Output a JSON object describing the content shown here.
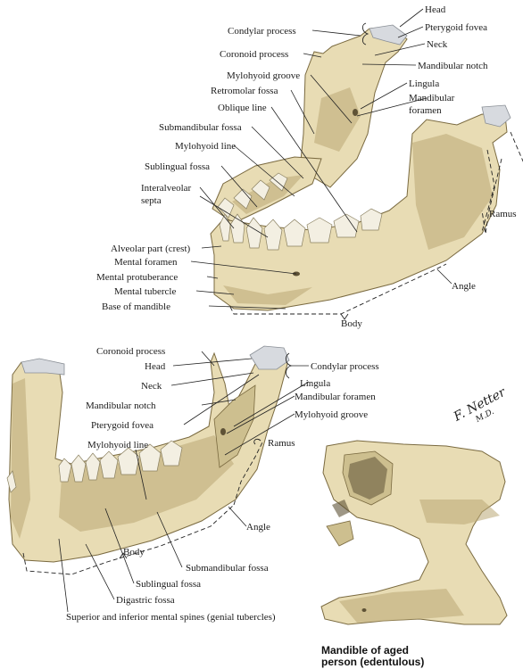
{
  "top_view": {
    "labels": {
      "head": "Head",
      "condylar_process": "Condylar process",
      "pterygoid_fovea": "Pterygoid fovea",
      "coronoid_process": "Coronoid process",
      "neck": "Neck",
      "mylohyoid_groove": "Mylohyoid groove",
      "mandibular_notch": "Mandibular notch",
      "retromolar_fossa": "Retromolar fossa",
      "lingula": "Lingula",
      "oblique_line": "Oblique line",
      "mandibular_foramen_1": "Mandibular",
      "mandibular_foramen_2": "foramen",
      "submandibular_fossa": "Submandibular fossa",
      "mylohyoid_line": "Mylohyoid line",
      "sublingual_fossa": "Sublingual fossa",
      "interalveolar_septa_1": "Interalveolar",
      "interalveolar_septa_2": "septa",
      "ramus": "Ramus",
      "alveolar_part": "Alveolar part (crest)",
      "mental_foramen": "Mental foramen",
      "mental_protuberance": "Mental protuberance",
      "mental_tubercle": "Mental tubercle",
      "base_of_mandible": "Base of mandible",
      "angle": "Angle",
      "body": "Body"
    }
  },
  "bottom_view": {
    "labels": {
      "coronoid_process": "Coronoid process",
      "head": "Head",
      "condylar_process": "Condylar process",
      "neck": "Neck",
      "lingula": "Lingula",
      "mandibular_notch": "Mandibular notch",
      "mandibular_foramen": "Mandibular foramen",
      "pterygoid_fovea": "Pterygoid fovea",
      "mylohyoid_groove": "Mylohyoid groove",
      "ramus": "Ramus",
      "mylohyoid_line": "Mylohyoid line",
      "angle": "Angle",
      "body": "Body",
      "submandibular_fossa": "Submandibular fossa",
      "sublingual_fossa": "Sublingual fossa",
      "digastric_fossa": "Digastric fossa",
      "genial_tubercles": "Superior and inferior mental spines (genial tubercles)"
    }
  },
  "aged_view": {
    "caption_line1": "Mandible of aged",
    "caption_line2": "person (edentulous)"
  },
  "signature": {
    "line1": "F. Netter",
    "line2": "M.D."
  }
}
